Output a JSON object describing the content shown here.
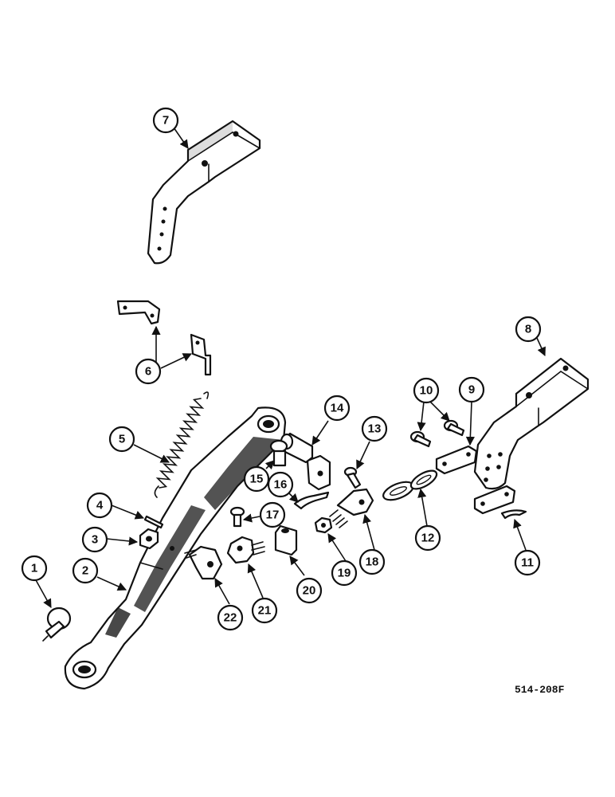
{
  "diagram": {
    "reference_code": "514-208F",
    "callouts": [
      "1",
      "2",
      "3",
      "4",
      "5",
      "6",
      "7",
      "8",
      "9",
      "10",
      "11",
      "12",
      "13",
      "14",
      "15",
      "16",
      "17",
      "18",
      "19",
      "20",
      "21",
      "22"
    ]
  }
}
